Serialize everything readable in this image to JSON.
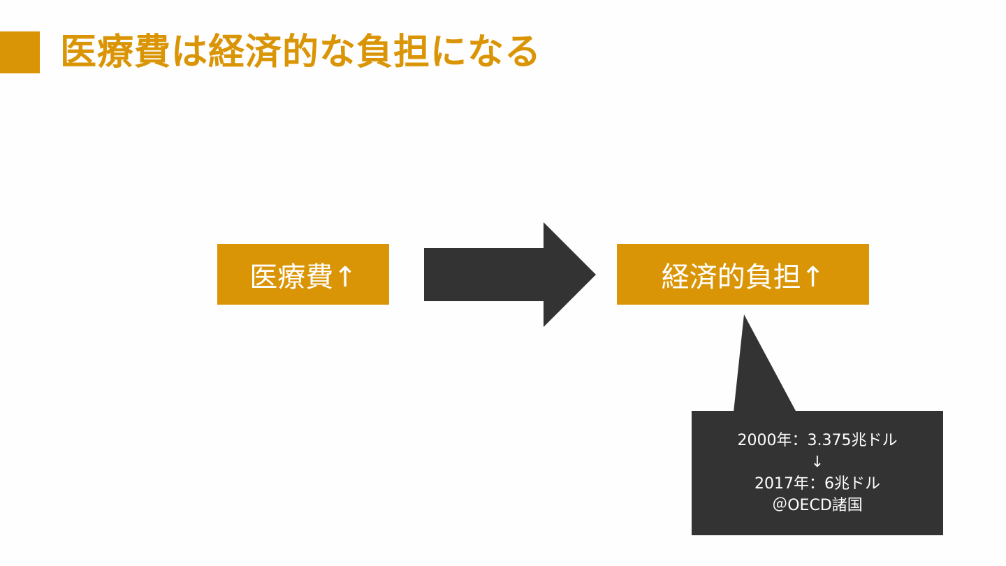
{
  "title": "医療費は経済的な負担になる",
  "colors": {
    "accent": "#DA9506",
    "dark": "#333333"
  },
  "diagram": {
    "cause": "医療費↑",
    "effect": "経済的負担↑",
    "callout": {
      "line1": "2000年：3.375兆ドル",
      "arrow": "↓",
      "line2": "2017年：6兆ドル",
      "line3": "＠OECD諸国"
    }
  }
}
